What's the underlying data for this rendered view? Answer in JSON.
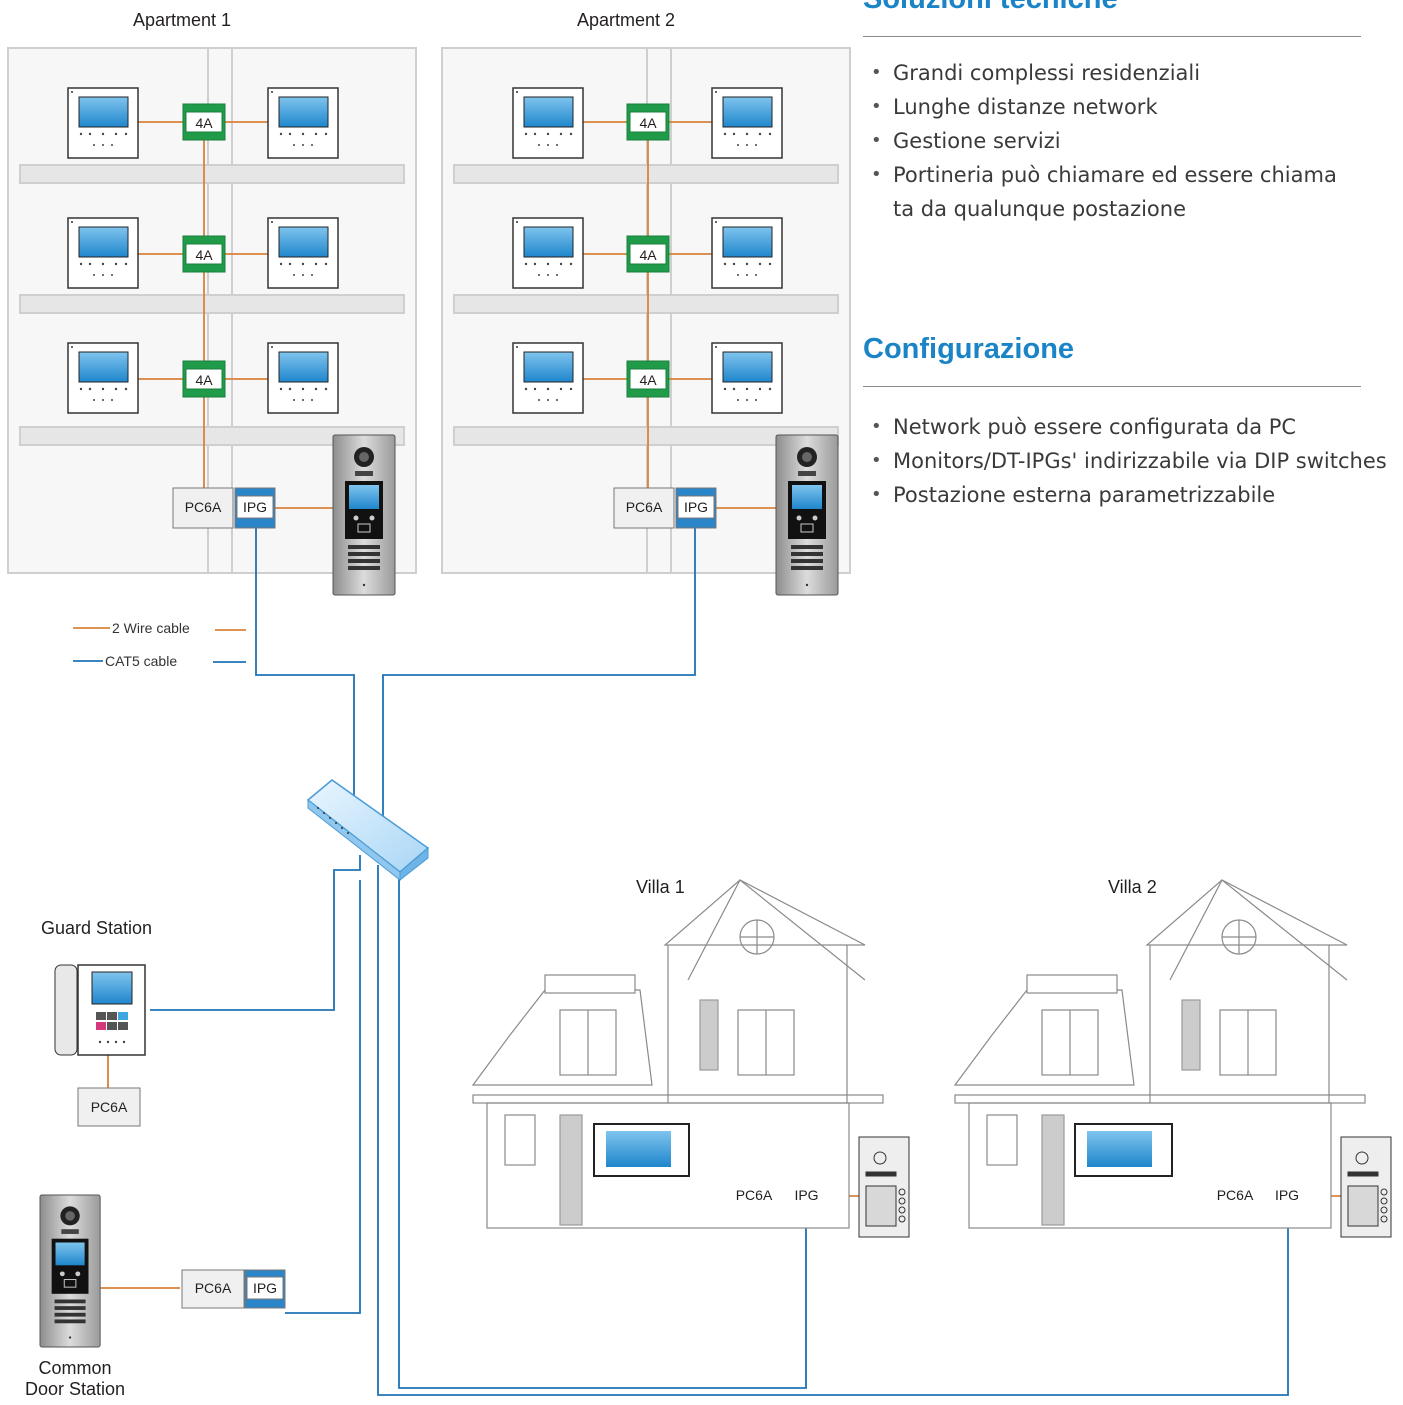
{
  "labels": {
    "apartment1": "Apartment 1",
    "apartment2": "Apartment 2",
    "villa1": "Villa 1",
    "villa2": "Villa 2",
    "guard_station": "Guard Station",
    "common_door_line1": "Common",
    "common_door_line2": "Door Station"
  },
  "module_labels": {
    "distributor": "4A",
    "power": "PC6A",
    "gateway": "IPG"
  },
  "legend": {
    "two_wire": "2 Wire cable",
    "cat5": "CAT5 cable"
  },
  "sections": {
    "solutions": {
      "title": "Soluzioni tecniche",
      "items": [
        "Grandi complessi residenziali",
        "Lunghe distanze network",
        "Gestione servizi",
        "Portineria può chiamare ed essere chiama",
        "ta da qualunque postazione"
      ]
    },
    "config": {
      "title": "Configurazione",
      "items": [
        "Network può essere configurata da PC",
        "Monitors/DT-IPGs' indirizzabile via DIP switches",
        "Postazione esterna parametrizzabile"
      ]
    }
  },
  "colors": {
    "heading": "#1b84c6",
    "two_wire": "#d9823b",
    "cat5": "#1f73b7",
    "distributor": "#1f9b4a",
    "gateway": "#2b86c9"
  }
}
